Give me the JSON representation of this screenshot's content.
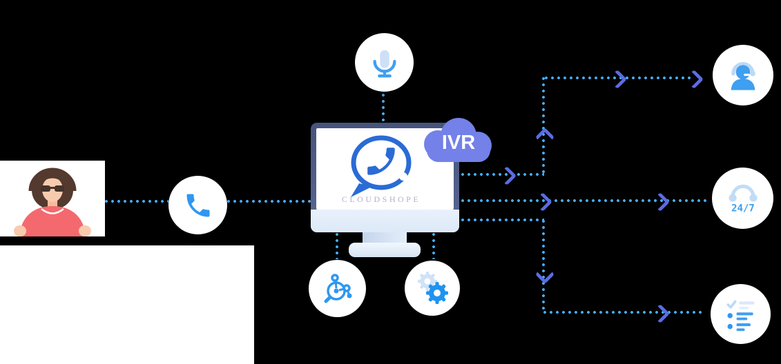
{
  "palette": {
    "background": "#000000",
    "dot_blue": "#45aaf3",
    "arrow_indigo": "#5b6ce1",
    "icon_blue": "#2f97f0",
    "icon_blue_light": "#c7ddf6",
    "cloud_purple": "#7381e8",
    "logo_blue": "#2a6bd6",
    "logo_text": "#b3b1c9",
    "monitor_frame": "#4e5c87",
    "monitor_chin": "#dde9f8",
    "panel_white": "#ffffff",
    "skin": "#f8cbae",
    "hair": "#54392e",
    "shirt": "#f4696e"
  },
  "labels": {
    "ivr_badge": "IVR",
    "brand": "CLOUDSHOPE",
    "availability": "24/7"
  },
  "icons": {
    "caller": "woman-caller-avatar",
    "phone": "phone-icon",
    "microphone": "microphone-icon",
    "analytics": "analytics-magnifier-icon",
    "settings": "gears-icon",
    "agent": "support-agent-icon",
    "availability": "headphones-24-7-icon",
    "tasks": "checklist-icon",
    "cloud": "ivr-cloud-badge"
  }
}
